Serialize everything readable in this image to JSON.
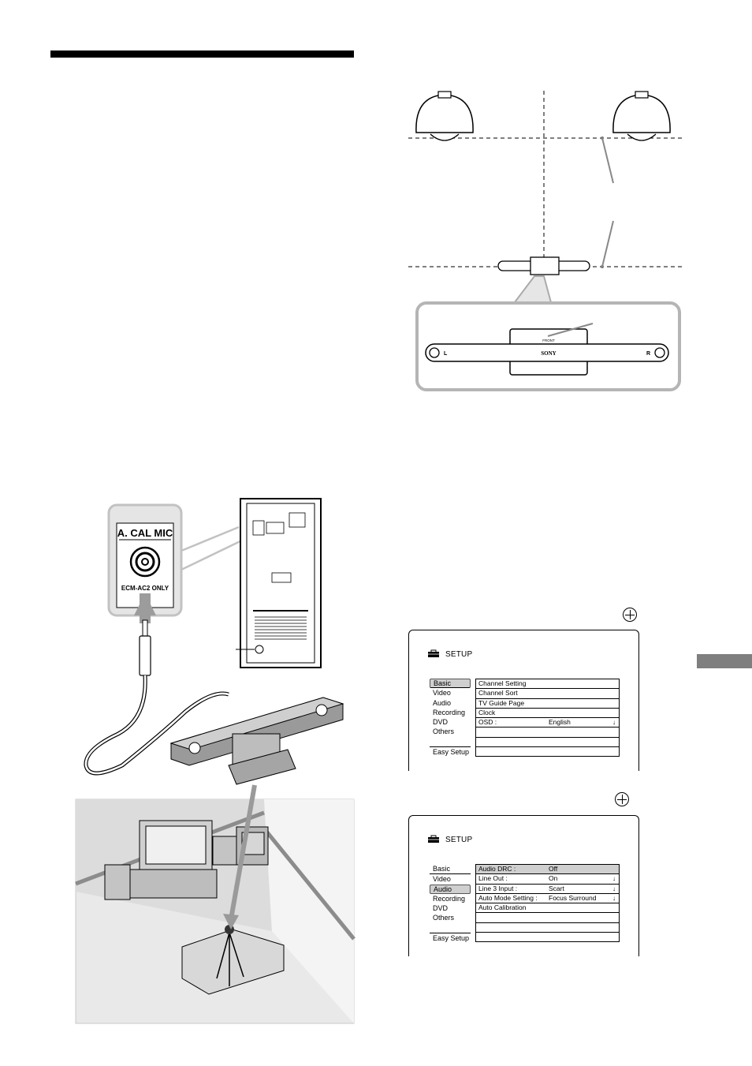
{
  "figure_labels": {
    "jack_label": "A. CAL MIC",
    "jack_sublabel": "ECM-AC2 ONLY",
    "brand": "SONY",
    "front_mark": "FRONT",
    "left_mark": "L",
    "right_mark": "R"
  },
  "setup_screen_1": {
    "title": "SETUP",
    "menu": [
      "Basic",
      "Video",
      "Audio",
      "Recording",
      "DVD",
      "Others",
      "",
      "Easy Setup"
    ],
    "options": [
      {
        "label": "Channel Setting",
        "value": ""
      },
      {
        "label": "Channel Sort",
        "value": ""
      },
      {
        "label": "TV Guide Page",
        "value": ""
      },
      {
        "label": "Clock",
        "value": ""
      },
      {
        "label": "OSD :",
        "value": "English"
      },
      {
        "label": "",
        "value": ""
      },
      {
        "label": "",
        "value": ""
      },
      {
        "label": "",
        "value": ""
      }
    ]
  },
  "setup_screen_2": {
    "title": "SETUP",
    "menu": [
      "Basic",
      "Video",
      "Audio",
      "Recording",
      "DVD",
      "Others",
      "",
      "Easy Setup"
    ],
    "options": [
      {
        "label": "Audio DRC :",
        "value": "Off"
      },
      {
        "label": "Line Out :",
        "value": "On"
      },
      {
        "label": "Line 3 Input :",
        "value": "Scart"
      },
      {
        "label": "Auto Mode Setting :",
        "value": "Focus Surround"
      },
      {
        "label": "Auto Calibration",
        "value": ""
      },
      {
        "label": "",
        "value": ""
      },
      {
        "label": "",
        "value": ""
      },
      {
        "label": "",
        "value": ""
      }
    ]
  }
}
